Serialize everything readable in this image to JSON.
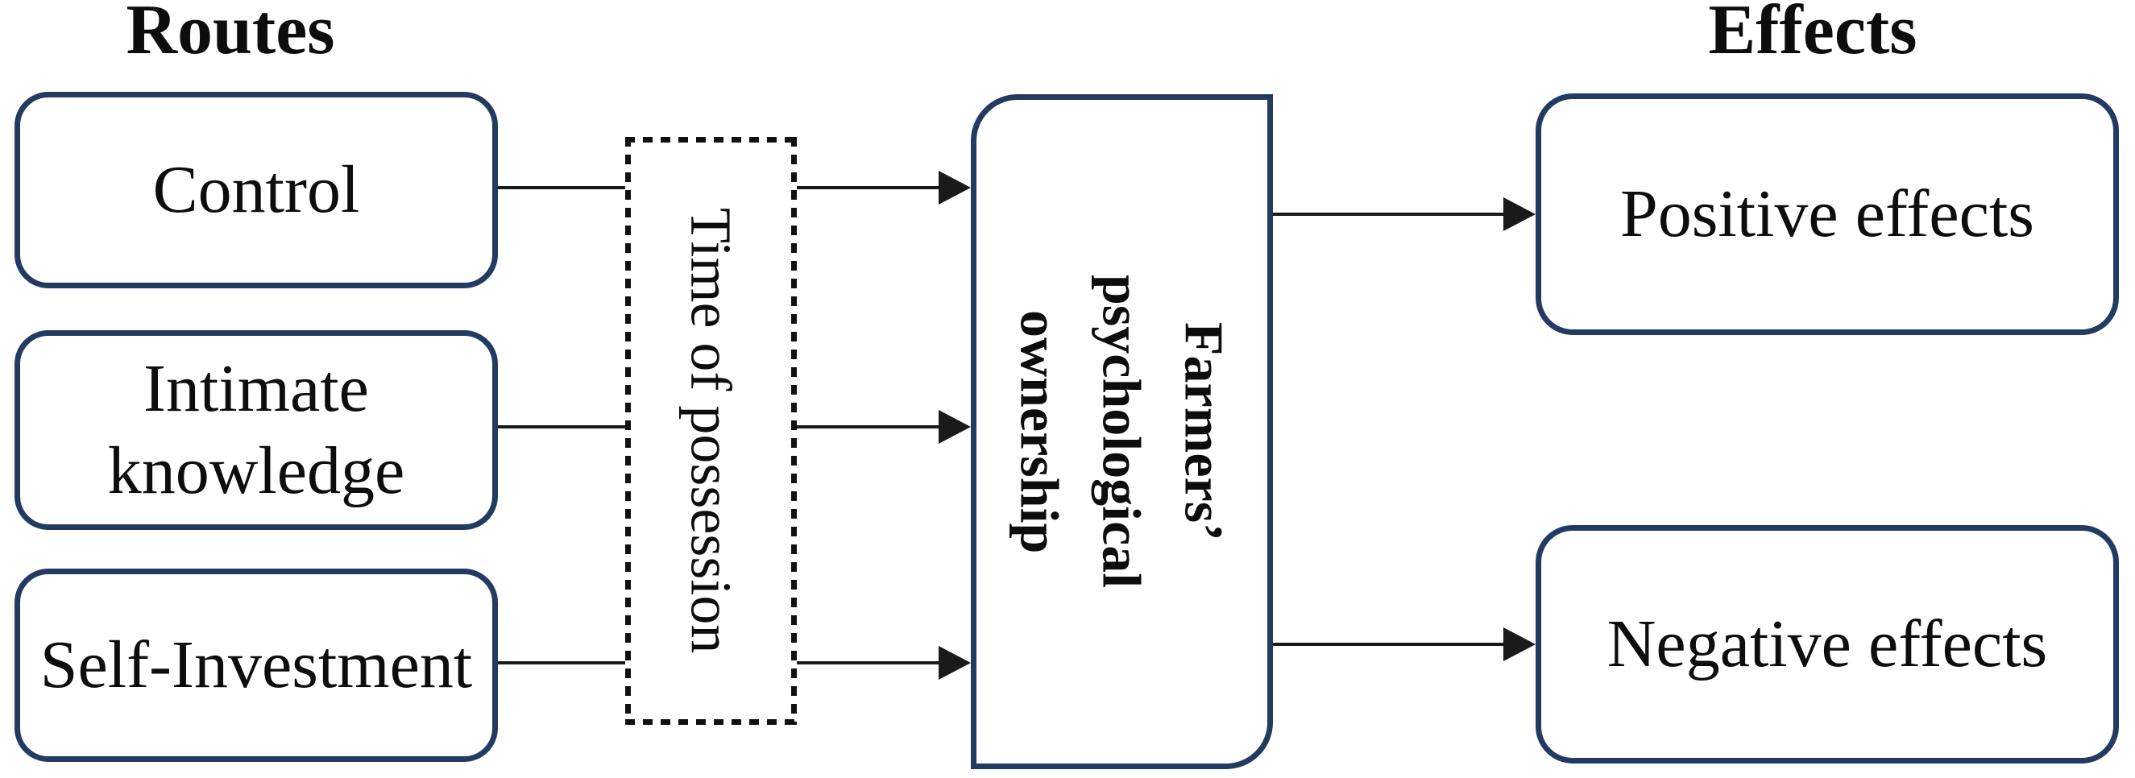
{
  "headings": {
    "routes": "Routes",
    "effects": "Effects"
  },
  "route_boxes": [
    {
      "label": "Control"
    },
    {
      "label": "Intimate\nknowledge"
    },
    {
      "label": "Self-Investment"
    }
  ],
  "moderator_box": {
    "label": "Time of possession"
  },
  "core_box": {
    "label": "Farmers’\npsychological\nownership"
  },
  "effect_boxes": [
    {
      "label": "Positive effects"
    },
    {
      "label": "Negative effects"
    }
  ],
  "colors": {
    "box_border_navy": "#233a61",
    "connector_black": "#1a1a1a",
    "dotted_border_black": "#111111",
    "text_black": "#0d0d0d",
    "background": "#ffffff"
  }
}
